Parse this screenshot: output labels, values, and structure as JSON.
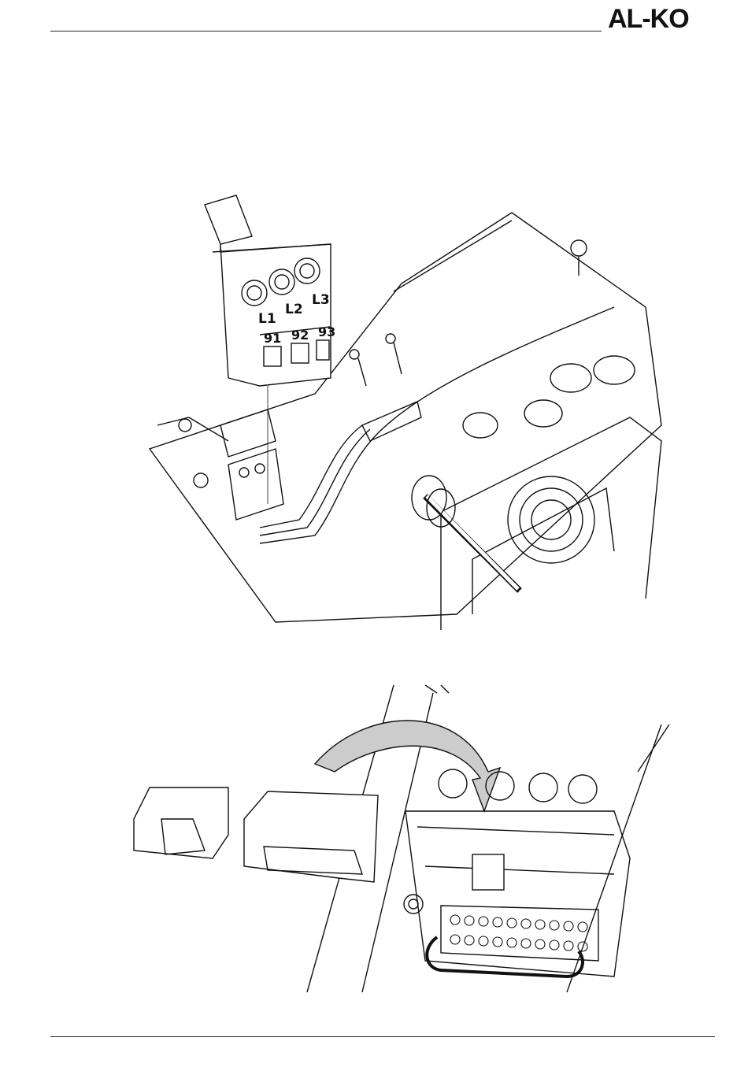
{
  "header": {
    "logo_text": "AL-KO"
  },
  "figure_top": {
    "terminal_labels": [
      "L1",
      "L2",
      "L3"
    ],
    "terminal_numbers": [
      "91",
      "92",
      "93"
    ]
  },
  "figure_bottom": {}
}
